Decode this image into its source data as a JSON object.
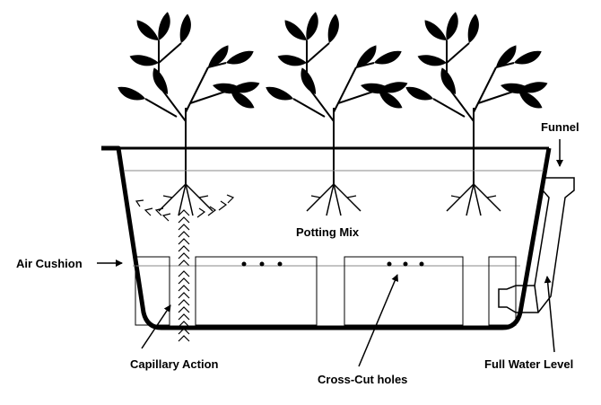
{
  "labels": {
    "funnel": "Funnel",
    "potting_mix": "Potting Mix",
    "air_cushion": "Air Cushion",
    "capillary_action": "Capillary Action",
    "cross_cut_holes": "Cross-Cut holes",
    "full_water_level": "Full Water Level"
  },
  "colors": {
    "ink": "#000000",
    "line": "#888888",
    "background": "#ffffff"
  },
  "icons": [
    "plant-icon",
    "funnel-icon",
    "arrow-icon"
  ]
}
